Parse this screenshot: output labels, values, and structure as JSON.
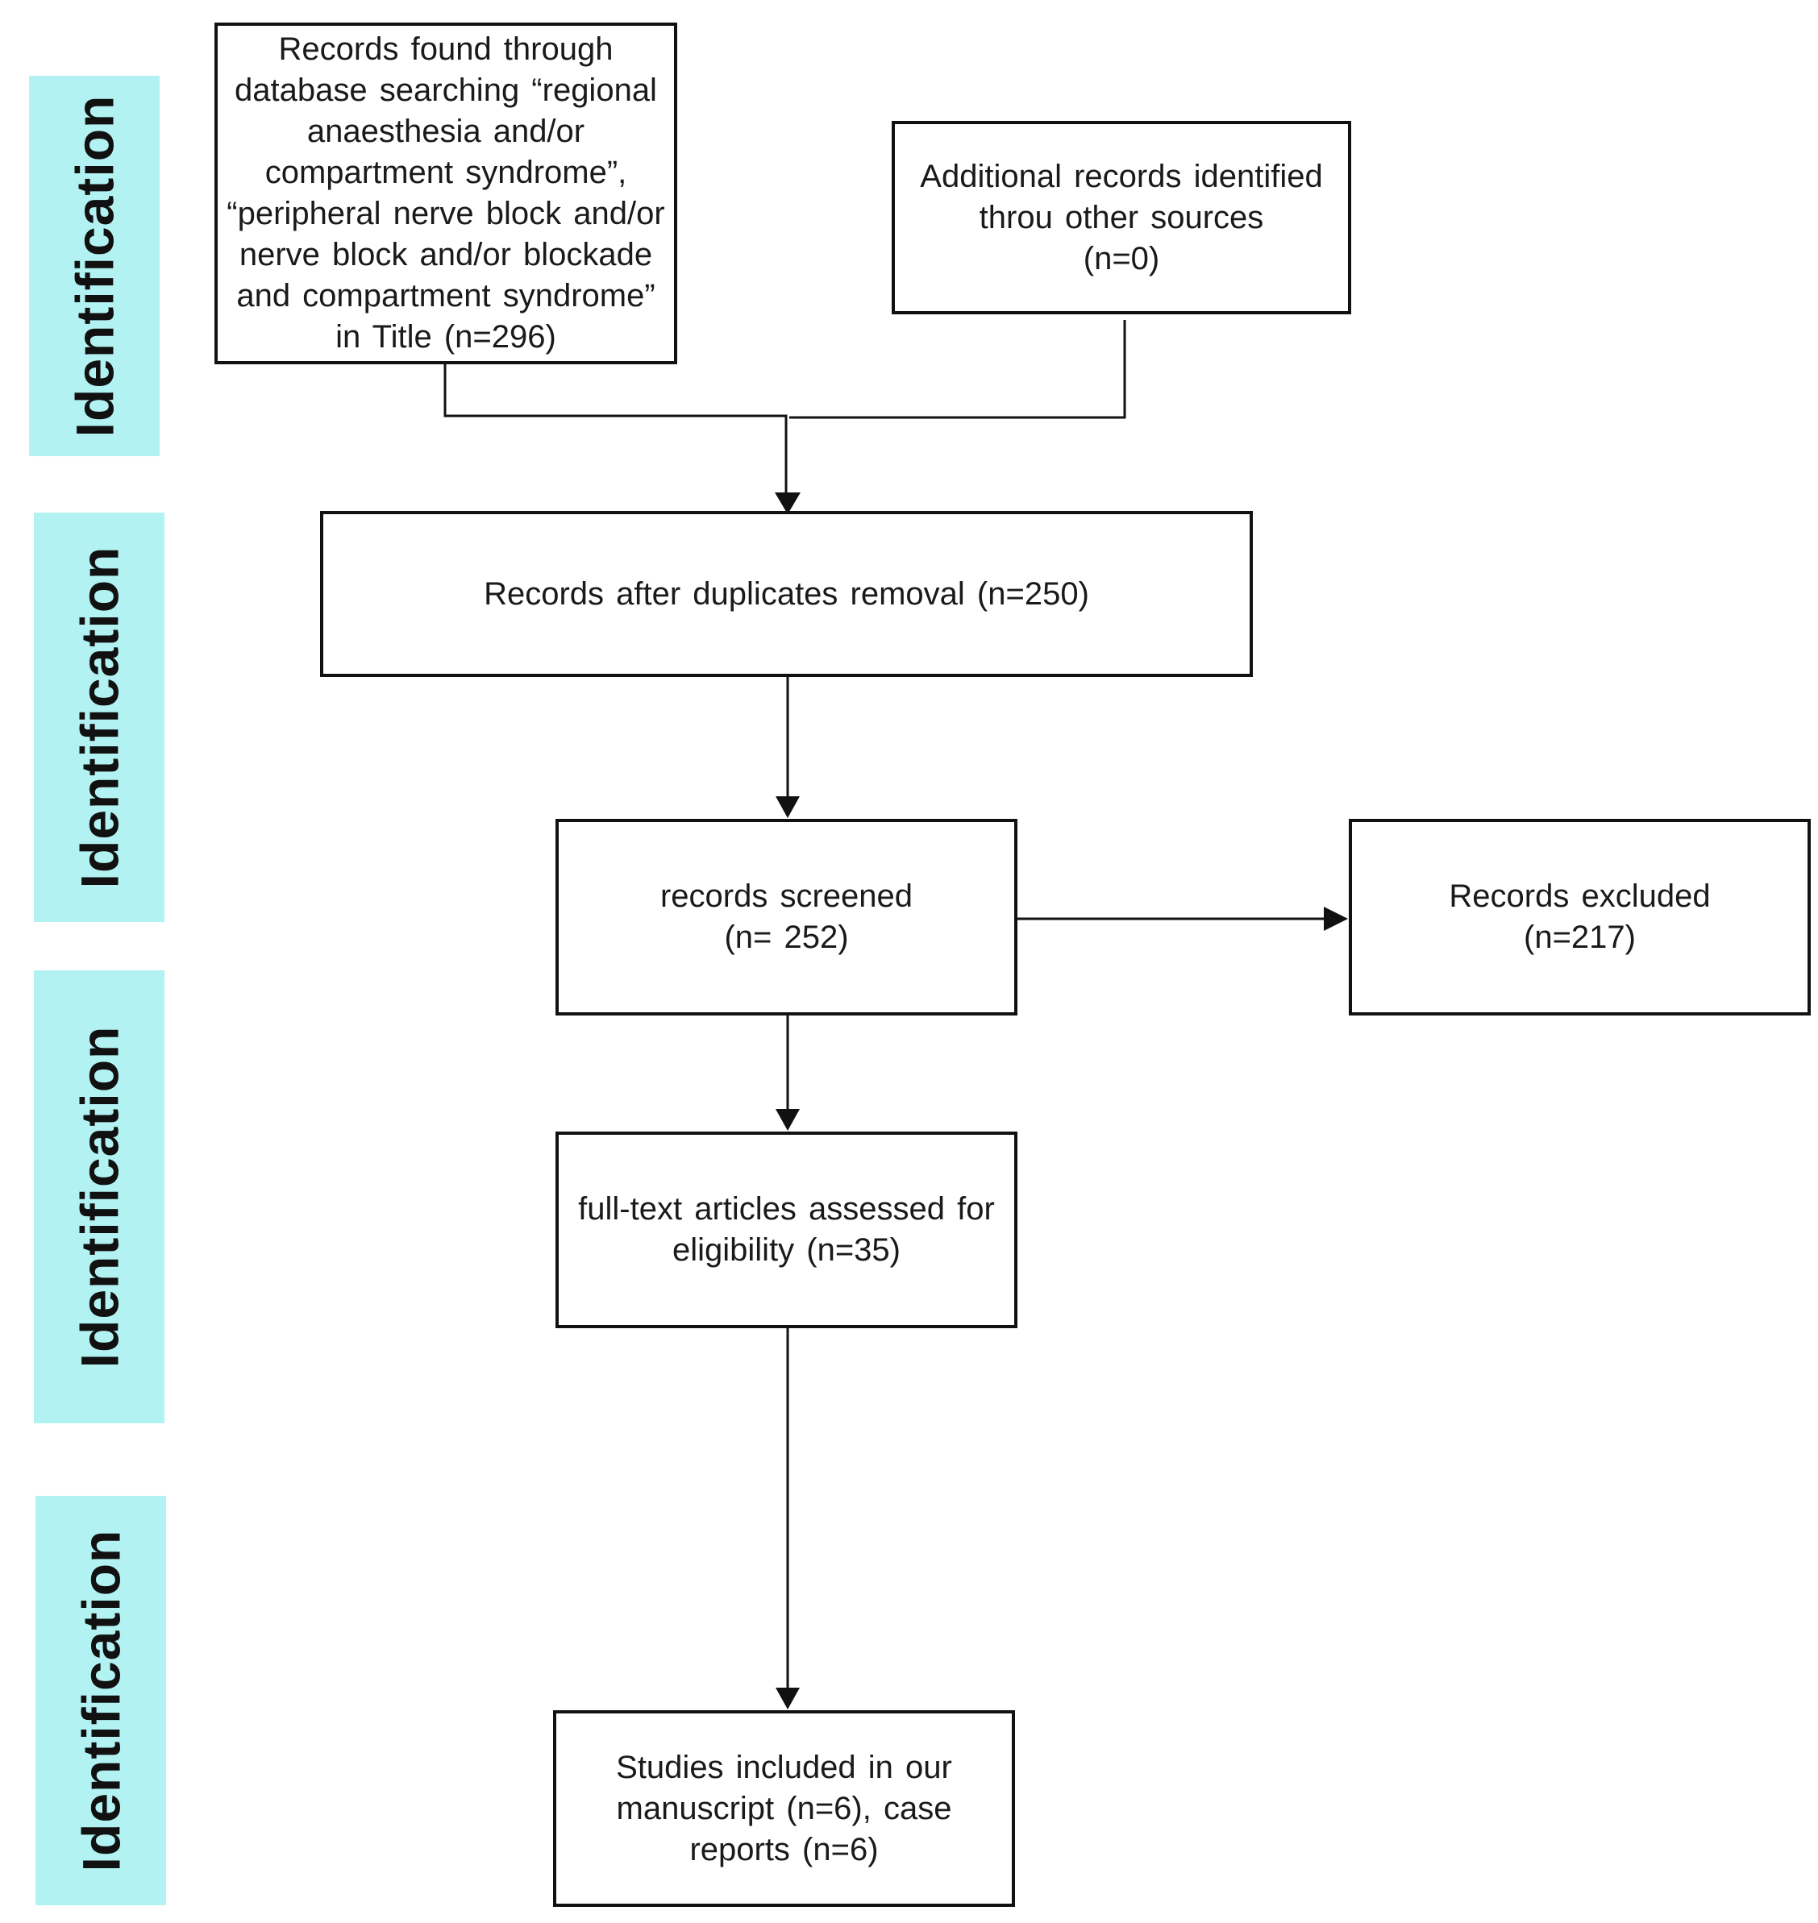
{
  "stages": [
    {
      "label": "Identification"
    },
    {
      "label": "Identification"
    },
    {
      "label": "Identification"
    },
    {
      "label": "Identification"
    }
  ],
  "boxes": {
    "database_search": "Records found through\ndatabase searching “regional\nanaesthesia and/or\ncompartment syndrome”,\n“peripheral nerve block and/or\nnerve block and/or blockade\nand compartment syndrome”\nin Title (n=296)",
    "other_sources": "Additional records identified\nthrou other sources\n(n=0)",
    "duplicates_removed": "Records after duplicates removal (n=250)",
    "screened": "records screened\n(n= 252)",
    "excluded": "Records excluded\n(n=217)",
    "eligibility": "full-text articles assessed for\neligibility (n=35)",
    "included": "Studies included in our\nmanuscript (n=6), case\nreports (n=6)"
  },
  "colors": {
    "stage_band": "#b3f2f2",
    "line": "#111111"
  }
}
